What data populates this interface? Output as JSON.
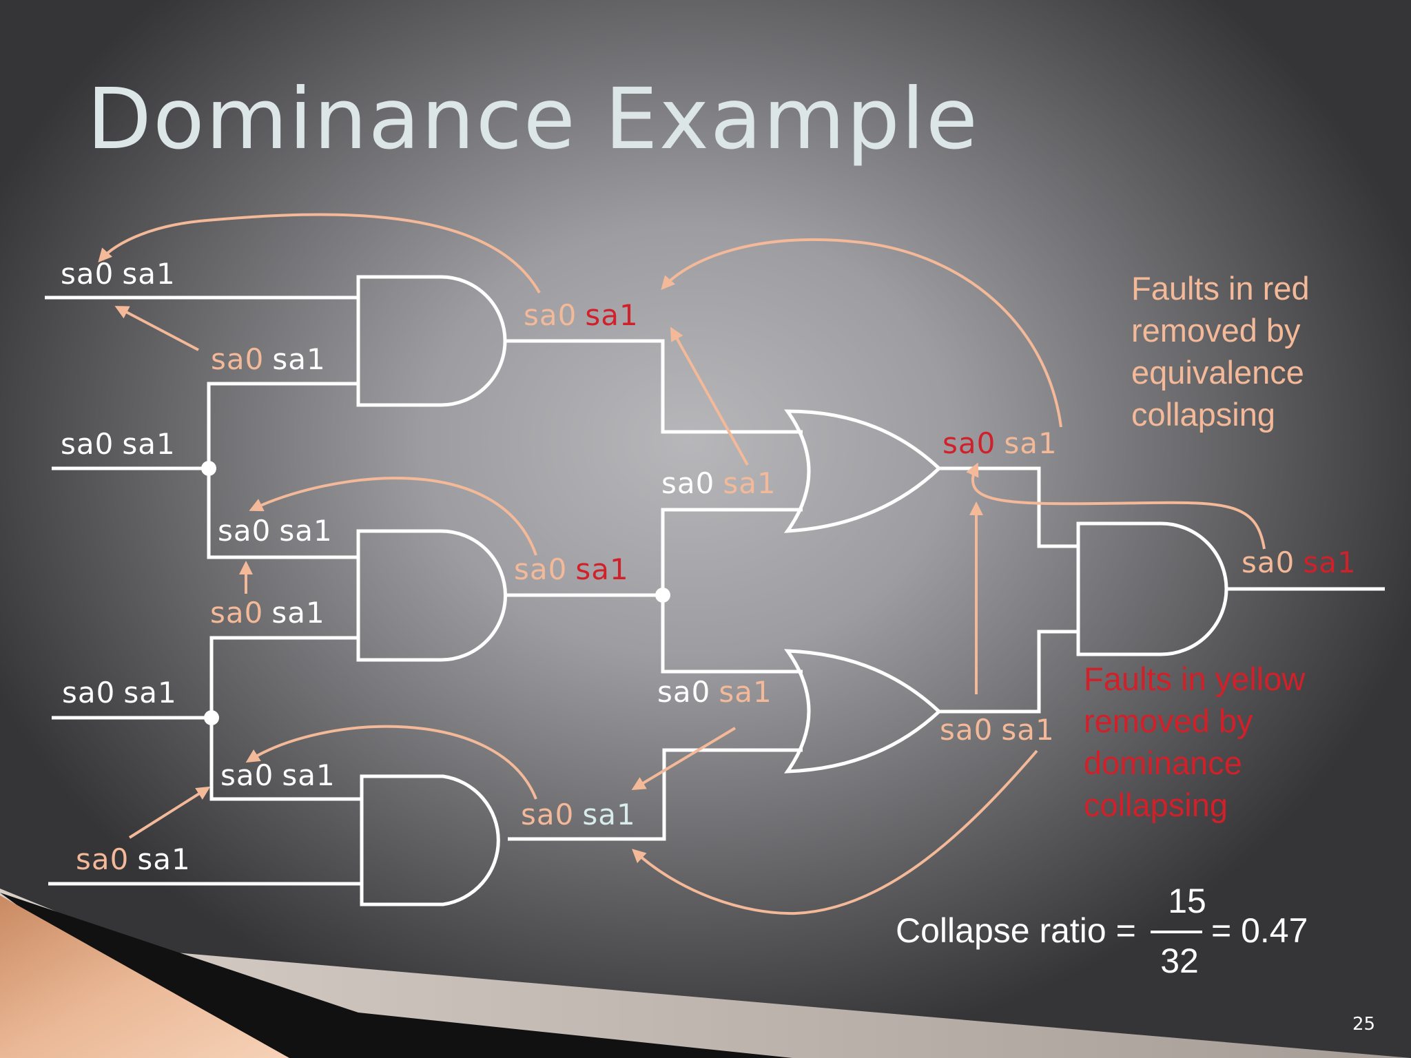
{
  "title": "Dominance Example",
  "labels": {
    "in_a": {
      "sa0": "sa0",
      "sa1": "sa1"
    },
    "g1_in_b": {
      "sa0": "sa0",
      "sa1": "sa1"
    },
    "in_b": {
      "sa0": "sa0",
      "sa1": "sa1"
    },
    "g2_in_a": {
      "sa0": "sa0",
      "sa1": "sa1"
    },
    "g2_in_b": {
      "sa0": "sa0",
      "sa1": "sa1"
    },
    "in_c": {
      "sa0": "sa0",
      "sa1": "sa1"
    },
    "g3_in_a": {
      "sa0": "sa0",
      "sa1": "sa1"
    },
    "in_d": {
      "sa0": "sa0",
      "sa1": "sa1"
    },
    "g1_out": {
      "sa0": "sa0",
      "sa1": "sa1"
    },
    "g2_out": {
      "sa0": "sa0",
      "sa1": "sa1"
    },
    "g3_out": {
      "sa0": "sa0",
      "sa1": "sa1"
    },
    "or1_in_b": {
      "sa0": "sa0",
      "sa1": "sa1"
    },
    "or2_in_a": {
      "sa0": "sa0",
      "sa1": "sa1"
    },
    "or1_out": {
      "sa0": "sa0",
      "sa1": "sa1"
    },
    "or2_out": {
      "sa0": "sa0",
      "sa1": "sa1"
    },
    "final_out": {
      "sa0": "sa0",
      "sa1": "sa1"
    }
  },
  "notes": {
    "red_lines": [
      "Faults in red",
      "removed by",
      "equivalence",
      "collapsing"
    ],
    "yellow_lines": [
      "Faults in yellow",
      "removed by",
      "dominance",
      "collapsing"
    ]
  },
  "ratio": {
    "prefix": "Collapse ratio =",
    "numerator": "15",
    "denominator": "32",
    "result": "= 0.47"
  },
  "page_number": "25",
  "colors": {
    "wire": "#ffffff",
    "fault_orange": "#f3b999",
    "fault_red": "#d0202a",
    "text_white": "#ffffff"
  }
}
